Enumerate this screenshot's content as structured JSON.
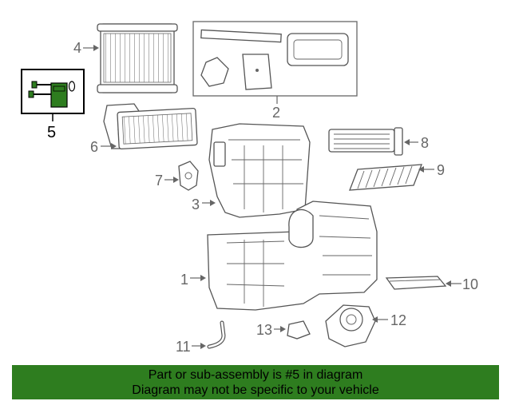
{
  "callouts": [
    "1",
    "2",
    "3",
    "4",
    "5",
    "6",
    "7",
    "8",
    "9",
    "10",
    "11",
    "12",
    "13"
  ],
  "highlight_color": "#2e7d1f",
  "banner": {
    "line1": "Part or sub-assembly is #5 in diagram",
    "line2": "Diagram may not be specific to your vehicle"
  }
}
